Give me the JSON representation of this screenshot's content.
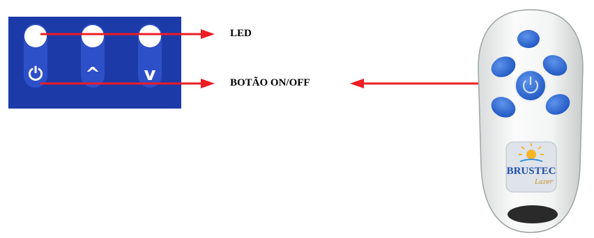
{
  "labels": {
    "led": "LED",
    "power_button": "BOTÃO ON/OFF"
  },
  "panel": {
    "symbols": {
      "power": "⏻",
      "up": "^",
      "down": "v"
    }
  },
  "remote": {
    "brand": "BRUSTEC",
    "brand_sub": "Lazer"
  },
  "colors": {
    "panel_bg": "#1c3ba8",
    "arrow": "#ee1c25",
    "remote_button": "#2f6fd6"
  }
}
